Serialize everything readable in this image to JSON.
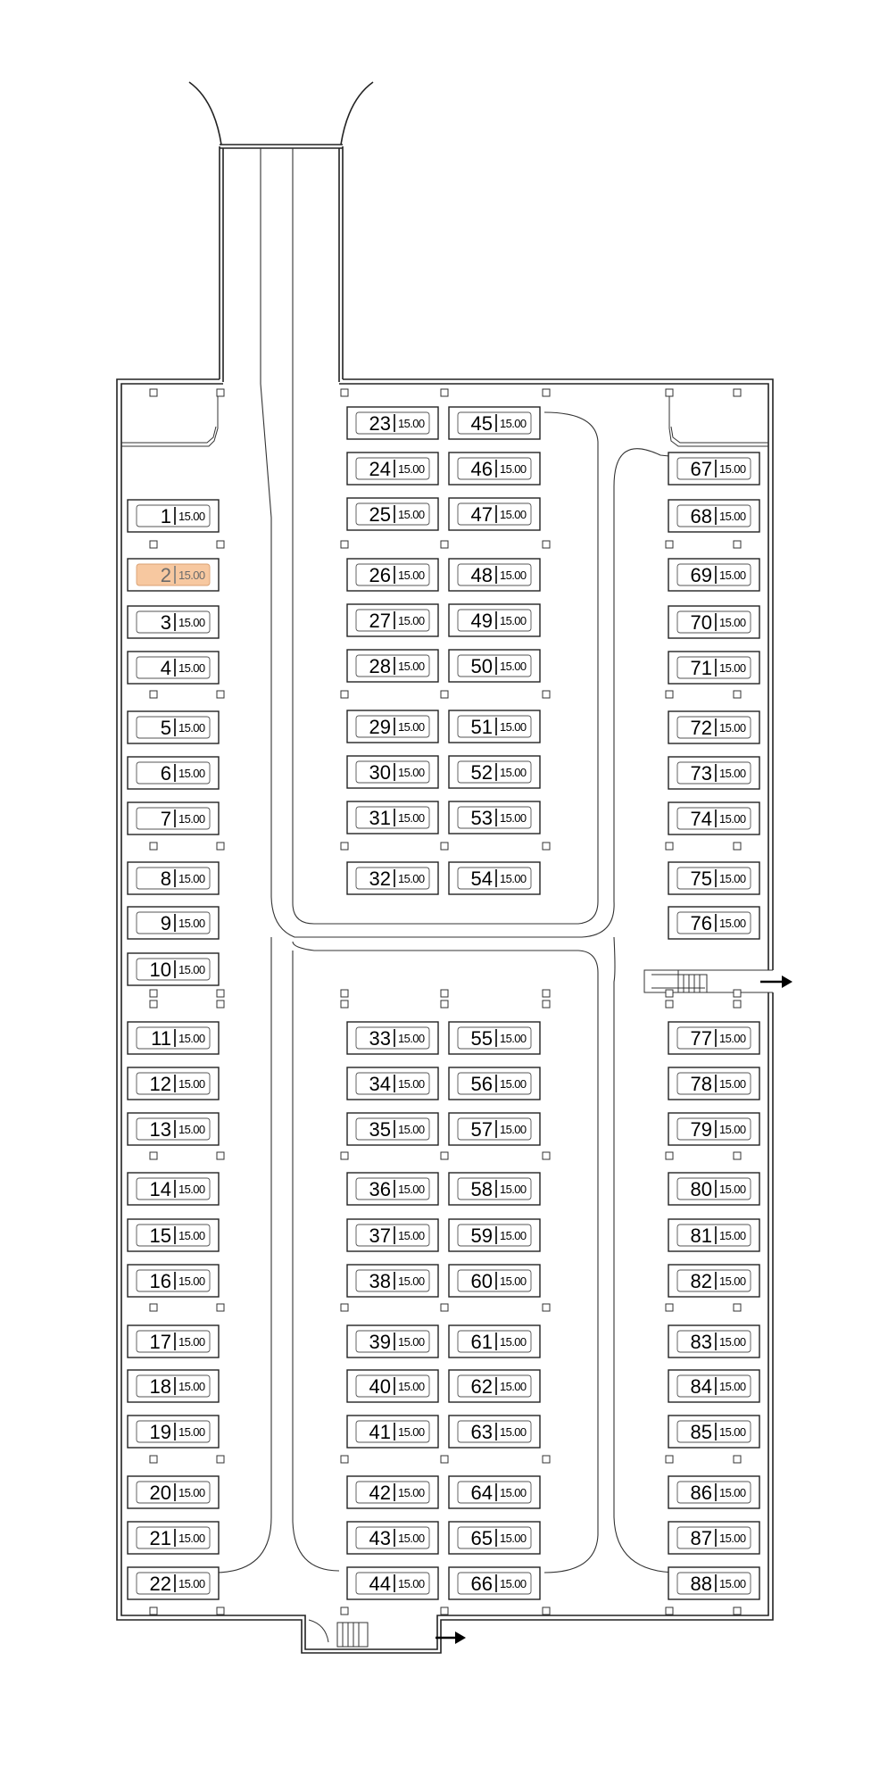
{
  "spot_price": "15.00",
  "selected_spot": "2",
  "colors": {
    "selected_fill": "#f7c8a0",
    "line": "#222222",
    "background": "#ffffff"
  },
  "icons": {
    "exit": "arrow-right-icon",
    "stairs": "stairs-icon"
  },
  "columns": [
    {
      "name": "left",
      "spots": [
        "1",
        "2",
        "3",
        "4",
        "5",
        "6",
        "7",
        "8",
        "9",
        "10",
        "11",
        "12",
        "13",
        "14",
        "15",
        "16",
        "17",
        "18",
        "19",
        "20",
        "21",
        "22"
      ]
    },
    {
      "name": "center-left",
      "spots": [
        "23",
        "24",
        "25",
        "26",
        "27",
        "28",
        "29",
        "30",
        "31",
        "32",
        "33",
        "34",
        "35",
        "36",
        "37",
        "38",
        "39",
        "40",
        "41",
        "42",
        "43",
        "44"
      ]
    },
    {
      "name": "center-right",
      "spots": [
        "45",
        "46",
        "47",
        "48",
        "49",
        "50",
        "51",
        "52",
        "53",
        "54",
        "55",
        "56",
        "57",
        "58",
        "59",
        "60",
        "61",
        "62",
        "63",
        "64",
        "65",
        "66"
      ]
    },
    {
      "name": "right",
      "spots": [
        "67",
        "68",
        "69",
        "70",
        "71",
        "72",
        "73",
        "74",
        "75",
        "76",
        "77",
        "78",
        "79",
        "80",
        "81",
        "82",
        "83",
        "84",
        "85",
        "86",
        "87",
        "88"
      ]
    }
  ]
}
